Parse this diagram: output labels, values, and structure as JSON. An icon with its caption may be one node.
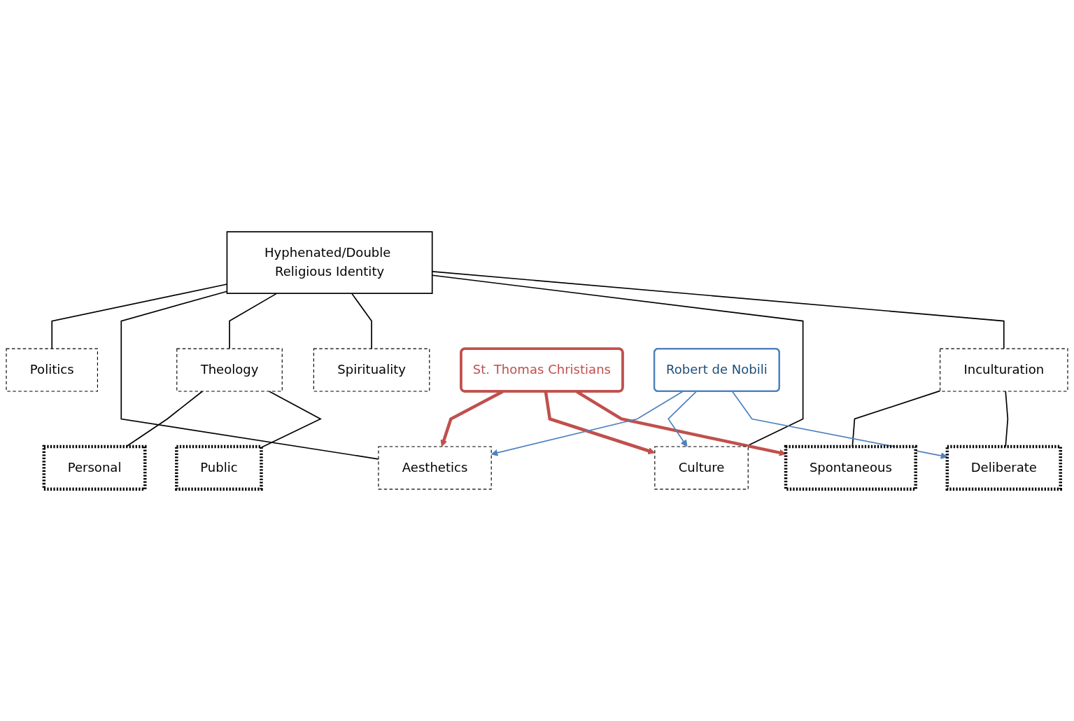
{
  "diagram": {
    "nodes": [
      {
        "text": [
          "Hyphenated/Double Religious Identity"
        ]
      },
      {
        "text": [
          "Politics"
        ]
      },
      {
        "text": [
          "Aesthetics"
        ]
      },
      {
        "text": [
          "Theology"
        ]
      },
      {
        "text": [
          "Spirituality"
        ]
      },
      {
        "text": [
          "Culture"
        ]
      },
      {
        "text": [
          "Inculturation"
        ]
      },
      {
        "text": [
          "St. Thomas Christians"
        ]
      },
      {
        "text": [
          "Robert de Nobili"
        ]
      },
      {
        "text": [
          "Personal"
        ]
      },
      {
        "text": [
          "Public"
        ]
      },
      {
        "text": [
          "Spontaneous"
        ]
      },
      {
        "text": [
          "Deliberate"
        ]
      }
    ],
    "edges": [
      {
        "from": 0,
        "to": 1,
        "arrow": "none"
      },
      {
        "from": 0,
        "to": 2,
        "arrow": "none"
      },
      {
        "from": 0,
        "to": 3,
        "arrow": "none"
      },
      {
        "from": 0,
        "to": 4,
        "arrow": "none"
      },
      {
        "from": 0,
        "to": 5,
        "arrow": "none"
      },
      {
        "from": 0,
        "to": 6,
        "arrow": "none"
      },
      {
        "from": 3,
        "to": 9,
        "arrow": "none"
      },
      {
        "from": 3,
        "to": 10,
        "arrow": "none"
      },
      {
        "from": 6,
        "to": 11,
        "arrow": "none"
      },
      {
        "from": 6,
        "to": 12,
        "arrow": "none"
      },
      {
        "from": 7,
        "to": 2,
        "arrow": "to",
        "style": "thick",
        "color": "#c0504d"
      },
      {
        "from": 7,
        "to": 5,
        "arrow": "to",
        "style": "thick",
        "color": "#c0504d"
      },
      {
        "from": 7,
        "to": 11,
        "arrow": "to",
        "style": "thick",
        "color": "#c0504d"
      },
      {
        "from": 8,
        "to": 2,
        "arrow": "to",
        "color": "#4f81bd"
      },
      {
        "from": 8,
        "to": 5,
        "arrow": "to",
        "color": "#4f81bd"
      },
      {
        "from": 8,
        "to": 12,
        "arrow": "to",
        "color": "#4f81bd"
      }
    ]
  }
}
